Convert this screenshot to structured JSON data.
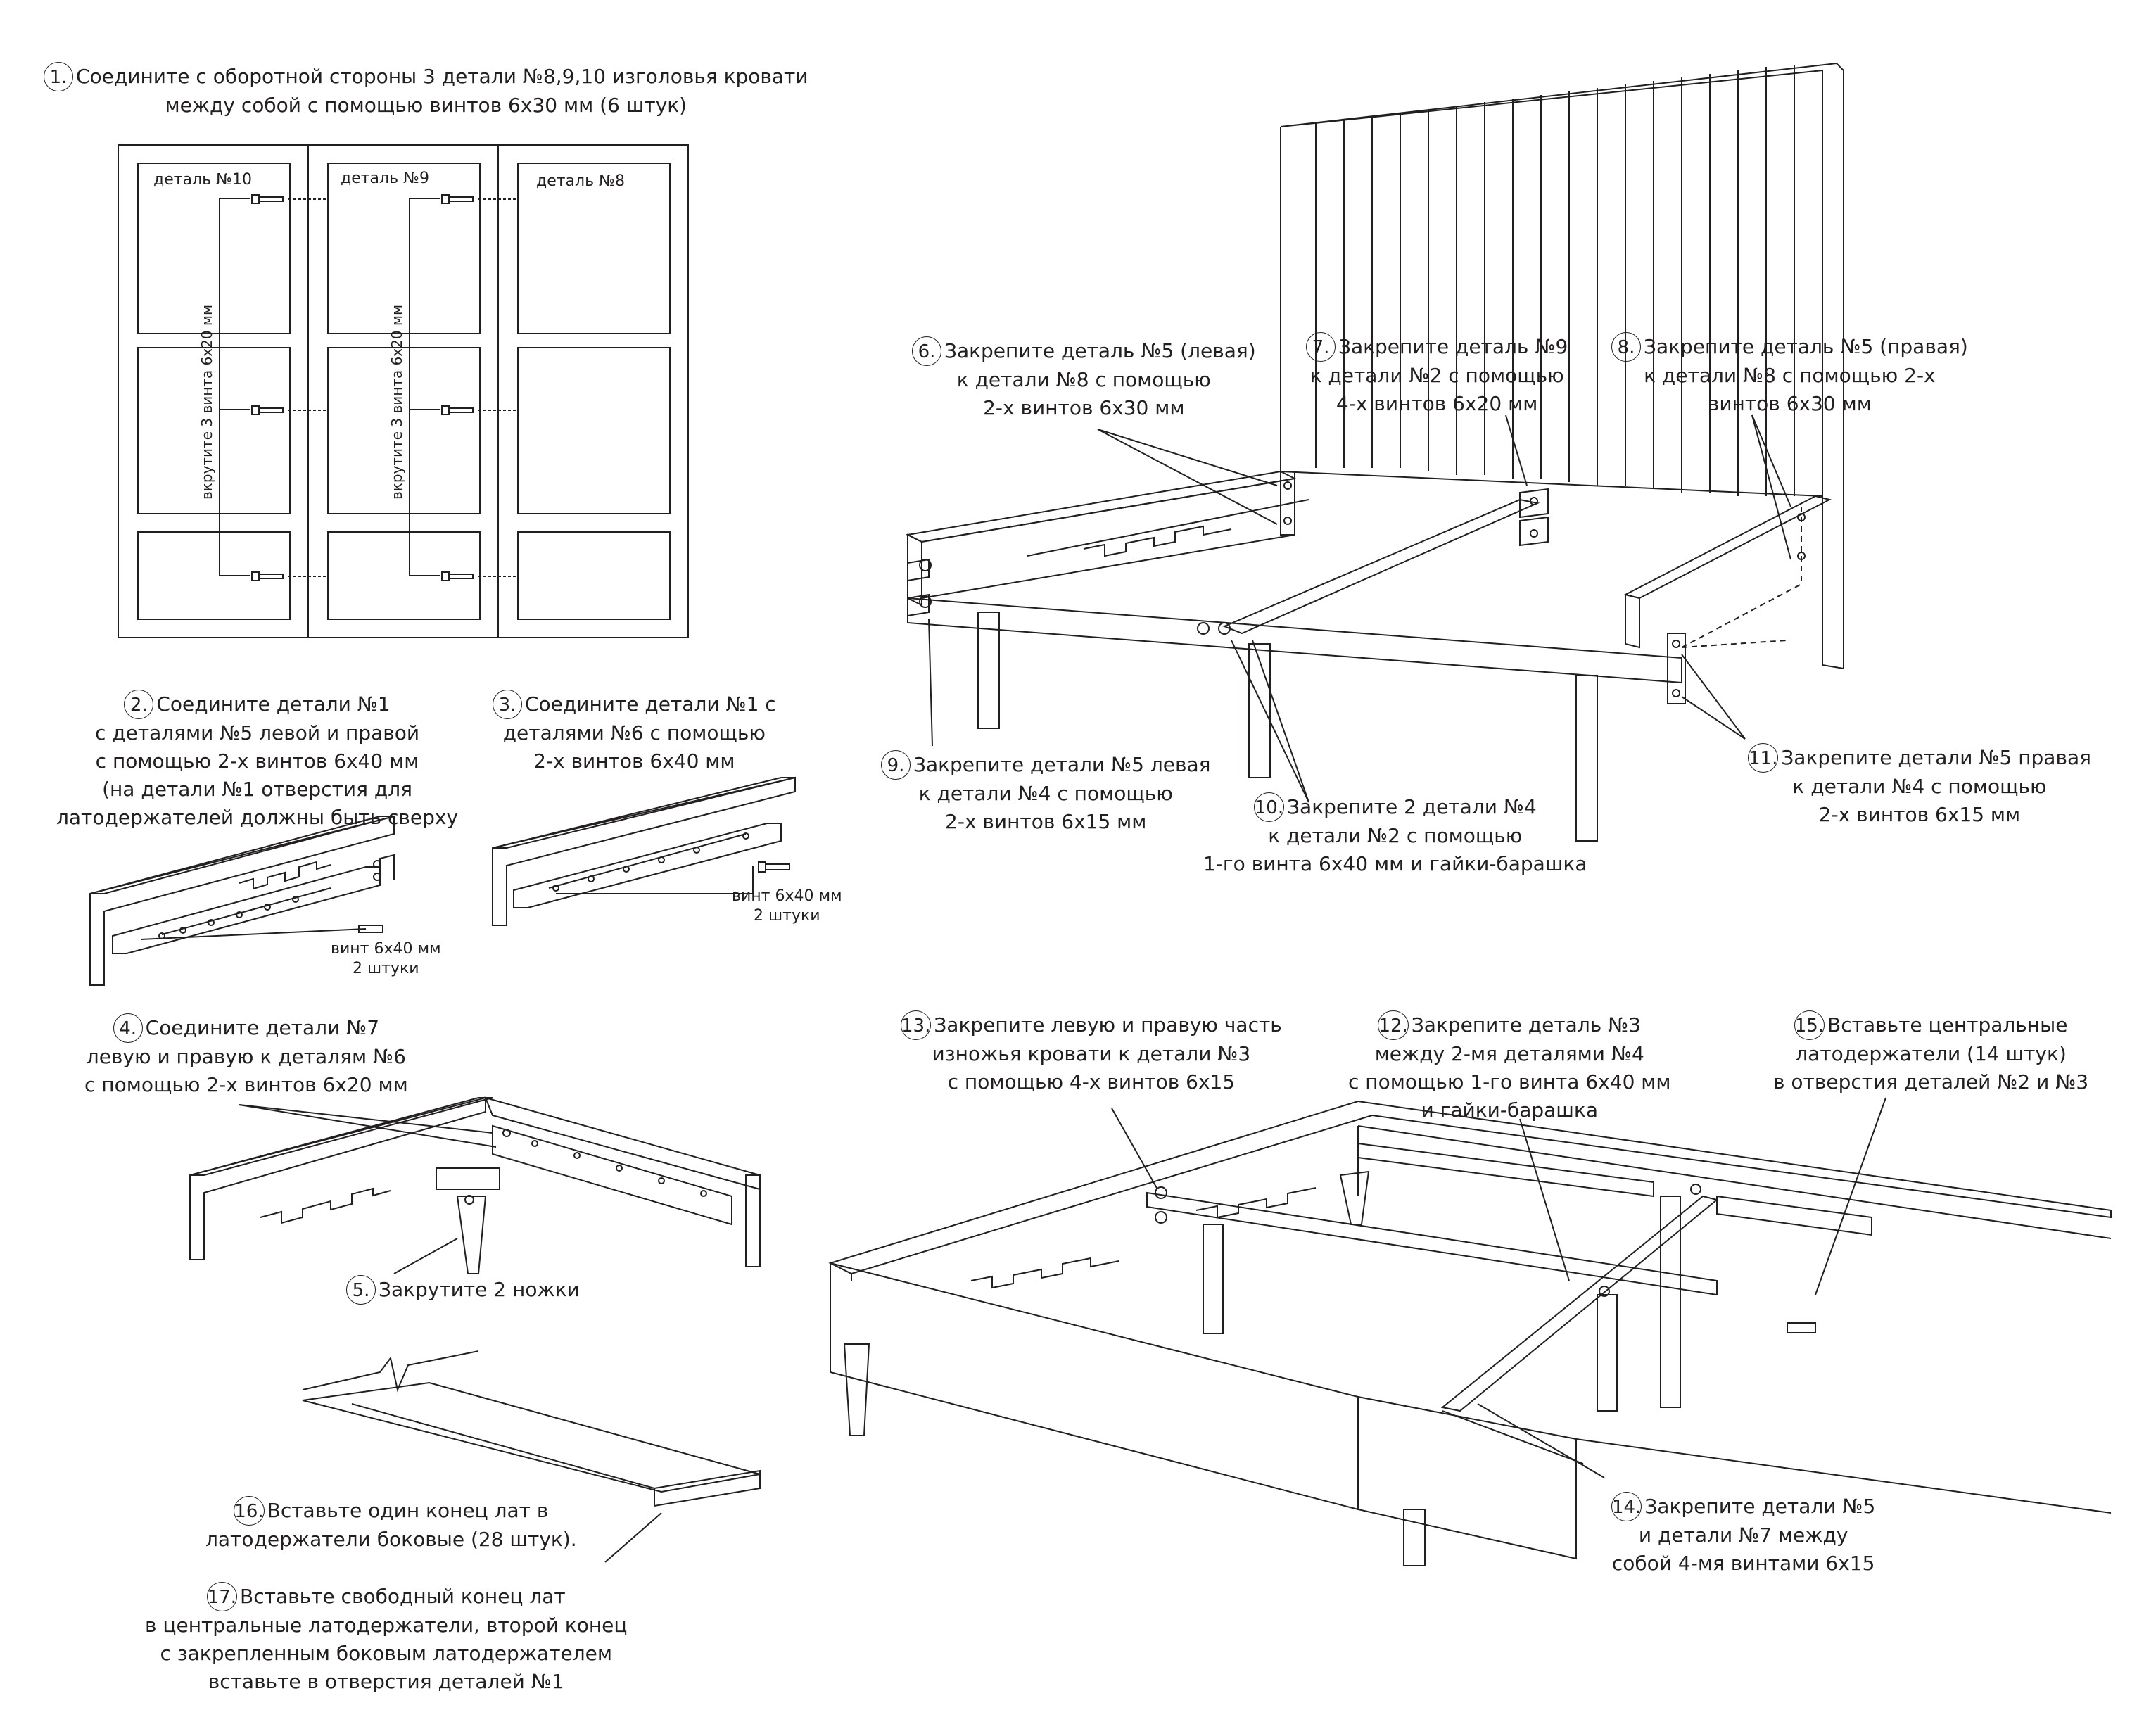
{
  "steps": [
    {
      "num": "1.",
      "lines": [
        "Соедините с оборотной стороны 3 детали №8,9,10 изголовья кровати",
        "между собой с помощью винтов 6х30 мм (6 штук)"
      ]
    },
    {
      "num": "2.",
      "lines": [
        "Соедините детали №1",
        "с деталями №5 левой и правой",
        "с помощью 2-х винтов 6х40 мм",
        "(на детали №1 отверстия для",
        "латодержателей должны быть сверху"
      ]
    },
    {
      "num": "3.",
      "lines": [
        "Соедините детали №1 с",
        "деталями №6 с помощью",
        "2-х винтов 6х40 мм"
      ]
    },
    {
      "num": "4.",
      "lines": [
        "Соедините детали №7",
        "левую и правую  к деталям №6",
        "с помощью 2-х винтов 6х20 мм"
      ]
    },
    {
      "num": "5.",
      "lines": [
        "Закрутите 2 ножки"
      ]
    },
    {
      "num": "6.",
      "lines": [
        "Закрепите деталь №5 (левая)",
        "к детали №8 с помощью",
        "2-х винтов 6х30 мм"
      ]
    },
    {
      "num": "7.",
      "lines": [
        "Закрепите деталь №9",
        "к детали №2 с помощью",
        "4-х винтов 6х20 мм"
      ]
    },
    {
      "num": "8.",
      "lines": [
        "Закрепите деталь №5 (правая)",
        "к детали №8 с помощью 2-х",
        "винтов 6х30 мм"
      ]
    },
    {
      "num": "9.",
      "lines": [
        "Закрепите детали №5 левая",
        "к детали №4 с помощью",
        "2-х винтов 6х15 мм"
      ]
    },
    {
      "num": "10.",
      "lines": [
        "Закрепите 2 детали №4",
        "к детали №2 с помощью",
        "1-го винта 6х40 мм и гайки-барашка"
      ]
    },
    {
      "num": "11.",
      "lines": [
        "Закрепите детали №5 правая",
        "к детали №4 с помощью",
        "2-х винтов 6х15 мм"
      ]
    },
    {
      "num": "12.",
      "lines": [
        "Закрепите  деталь №3",
        "между 2-мя деталями №4",
        "с помощью 1-го винта 6х40 мм",
        "и гайки-барашка"
      ]
    },
    {
      "num": "13.",
      "lines": [
        "Закрепите левую и правую часть",
        "изножья кровати к детали №3",
        "с помощью 4-х винтов 6х15"
      ]
    },
    {
      "num": "14.",
      "lines": [
        "Закрепите детали №5",
        "и детали №7  между",
        "собой 4-мя винтами 6х15"
      ]
    },
    {
      "num": "15.",
      "lines": [
        "Вставьте центральные",
        "латодержатели (14 штук)",
        "в отверстия деталей №2 и №3"
      ]
    },
    {
      "num": "16.",
      "lines": [
        "Вставьте один конец лат в",
        "латодержатели боковые (28 штук)."
      ]
    },
    {
      "num": "17.",
      "lines": [
        "Вставьте свободный конец лат",
        "в центральные латодержатели, второй конец",
        "с закрепленным боковым латодержателем",
        "вставьте в отверстия деталей №1"
      ]
    }
  ],
  "headboard_back": {
    "panels": [
      "деталь №10",
      "деталь №9",
      "деталь №8"
    ],
    "vertical_note": "вкрутите 3 винта 6х20 мм"
  },
  "screw_labels": {
    "step2": [
      "винт 6х40 мм",
      "2 штуки"
    ],
    "step3": [
      "винт 6х40 мм",
      "2 штуки"
    ]
  }
}
